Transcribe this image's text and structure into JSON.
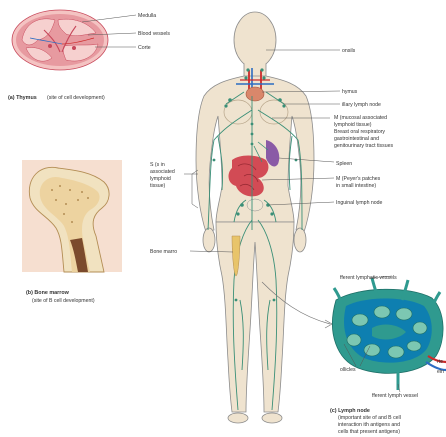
{
  "colors": {
    "lymph_green": "#3a8f77",
    "skin": "#efe3cf",
    "thymus_pink": "#e79aa0",
    "thymus_dark": "#c7475a",
    "bone": "#f1e2c0",
    "bone_marrow": "#7b4a2c",
    "gut": "#d24b55",
    "spleen": "#8a5aa6",
    "lymph_node_teal": "#2f9a8f",
    "lymph_node_blue": "#0e7fb0",
    "vessel_red": "#cc2a2a",
    "vessel_blue": "#2c6cc2"
  },
  "thymus_panel": {
    "medulla": "Medulla",
    "blood_vessels": "Blood vessels",
    "cortex": "Corte",
    "caption_bold": "(a) Thymus",
    "caption_rest": "(site of    cell development)"
  },
  "bone_panel": {
    "caption_bold": "(b) Bone marrow",
    "caption_rest": "(site of B cell development)"
  },
  "body_labels": {
    "tonsils": "onsils",
    "thymus": "hymus",
    "axillary": "illary lymph node",
    "malt_1": "M         (mucosal associated",
    "malt_2": "lymphoid tissue)",
    "malt_3": "Breast  oral  respiratory",
    "malt_4": "gastrointestinal  and",
    "malt_5": "genitourinary tract tissues",
    "spleen": "Spleen",
    "peyers_1": "M         (Peyer's patches",
    "peyers_2": "in small intestine)",
    "inguinal": "Inguinal lymph node",
    "salt_1": "S       (s in",
    "salt_2": "associated",
    "salt_3": "lymphoid",
    "salt_4": "tissue)",
    "bone_marrow": "Bone marro"
  },
  "node_panel": {
    "afferent": "fferent lymphatic vessels",
    "follicles": "ollicles",
    "efferent": "fferent lymph vessel",
    "right_1": "rte",
    "right_2": "ein",
    "caption_bold": "(c) Lymph node",
    "caption_1": "(important site of     and B cell",
    "caption_2": "interaction   ith antigens and",
    "caption_3": "cells that present antigens)"
  }
}
